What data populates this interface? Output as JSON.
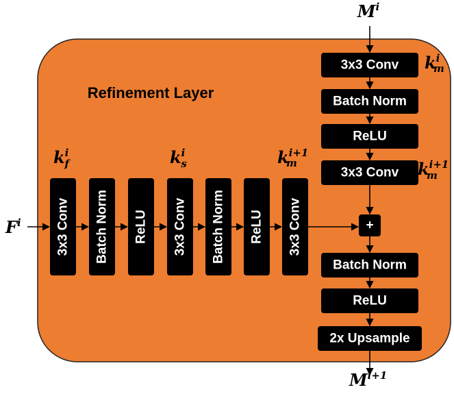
{
  "title": "Refinement Layer",
  "inputs": {
    "M": {
      "base": "M",
      "sup": "i"
    },
    "F": {
      "base": "F",
      "sup": "i"
    }
  },
  "output": {
    "base": "M",
    "sup": "i+1"
  },
  "horizontal_blocks": [
    "3x3 Conv",
    "Batch Norm",
    "ReLU",
    "3x3 Conv",
    "Batch Norm",
    "ReLU",
    "3x3 Conv"
  ],
  "vertical_blocks_top": [
    "3x3 Conv",
    "Batch Norm",
    "ReLU",
    "3x3 Conv"
  ],
  "add_symbol": "+",
  "vertical_blocks_bottom": [
    "Batch Norm",
    "ReLU",
    "2x Upsample"
  ],
  "kernel_labels": {
    "kf": {
      "base": "k",
      "sub": "f",
      "sup": "i"
    },
    "ks": {
      "base": "k",
      "sub": "s",
      "sup": "i"
    },
    "km_h": {
      "base": "k",
      "sub": "m",
      "sup": "i+1"
    },
    "km_v1": {
      "base": "k",
      "sub": "m",
      "sup": "i"
    },
    "km_v2": {
      "base": "k",
      "sub": "m",
      "sup": "i+1"
    }
  },
  "colors": {
    "panel": "#ED7D31",
    "block": "#000000",
    "block_text": "#FFFFFF"
  }
}
